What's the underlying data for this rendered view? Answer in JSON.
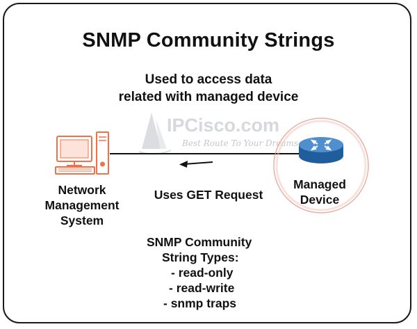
{
  "title": "SNMP Community Strings",
  "subtitle": {
    "line1": "Used to access data",
    "line2": "related with managed device"
  },
  "nms": {
    "lines": [
      "Network",
      "Management",
      "System"
    ],
    "icon": "desktop-computer-icon",
    "color": "#f0704a"
  },
  "device": {
    "lines": [
      "Managed",
      "Device"
    ],
    "icon": "router-icon",
    "color": "#2f6fb4"
  },
  "request_label": "Uses GET Request",
  "types": {
    "heading_lines": [
      "SNMP Community",
      "String Types:"
    ],
    "items": [
      "- read-only",
      "- read-write",
      "- snmp traps"
    ]
  },
  "watermark": {
    "brand": "IPCisco.com",
    "tagline": "Best Route To Your Dreams"
  }
}
